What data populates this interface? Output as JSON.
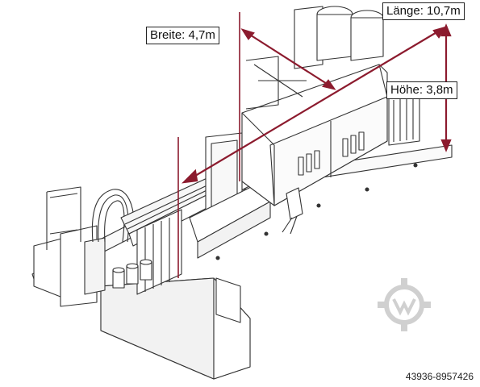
{
  "dimensions": {
    "length": "Länge: 10,7m",
    "width": "Breite: 4,7m",
    "height": "Höhe: 3,8m"
  },
  "reference_id": "43936-8957426",
  "colors": {
    "dimension_line": "#8c1b2e",
    "line_art": "#333333",
    "watermark": "#d0d0d0"
  },
  "icons": {
    "watermark": "gear-logo-icon"
  }
}
